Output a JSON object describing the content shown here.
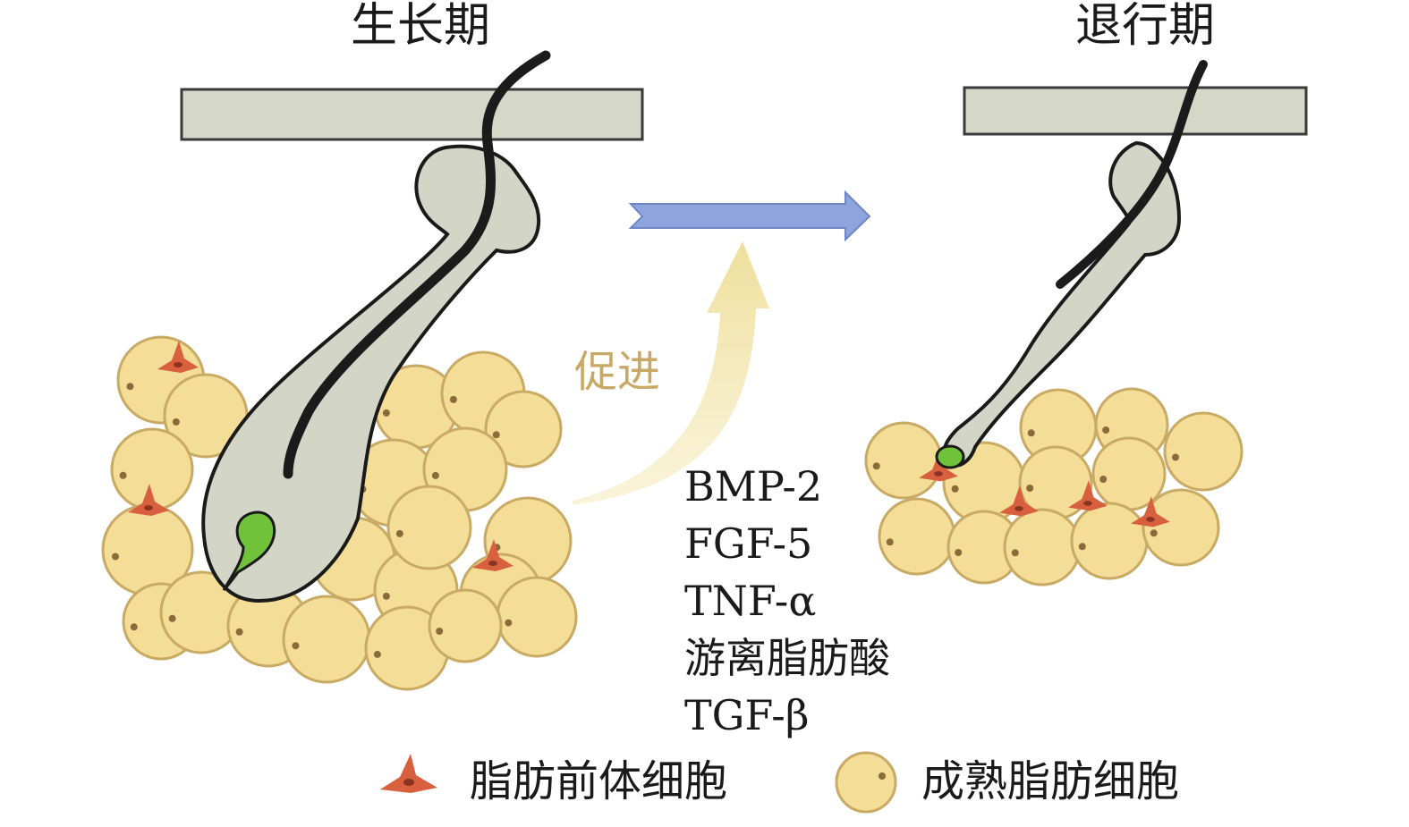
{
  "titles": {
    "anagen": "生长期",
    "catagen": "退行期"
  },
  "promote_label": "促进",
  "factors": [
    "BMP-2",
    "FGF-5",
    "TNF-α",
    "游离脂肪酸",
    "TGF-β"
  ],
  "legend": {
    "preadipocyte": "脂肪前体细胞",
    "mature_adipocyte": "成熟脂肪细胞"
  },
  "colors": {
    "skin_band": "#d5d7c7",
    "follicle": "#d3d5c6",
    "hair_shaft": "#1b1b1b",
    "papilla": "#6fc23a",
    "adipocyte_fill": "#f3dd97",
    "adipocyte_edge": "#c9aa64",
    "preadipocyte": "#d9603f",
    "transition_arrow": "#8fa4dc",
    "promote_arrow": "#f1e3a6",
    "promote_text": "#c9a765"
  }
}
